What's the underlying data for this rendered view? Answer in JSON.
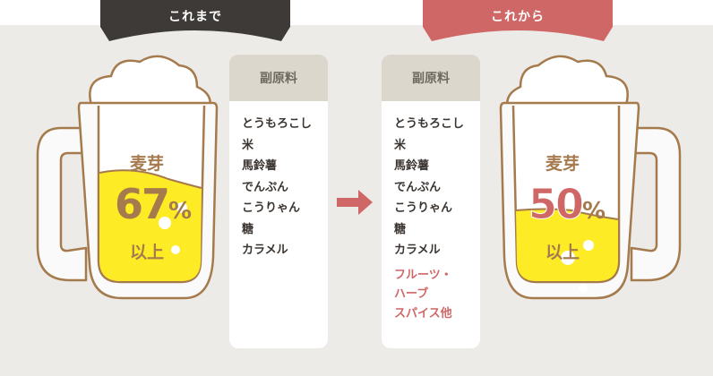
{
  "before": {
    "banner_label": "これまで",
    "banner_color": "#3e3a38",
    "malt_label": "麦芽",
    "percent_value": "67",
    "percent_sign": "%",
    "above_label": "以上",
    "card_title": "副原料",
    "ingredients": [
      "とうもろこし",
      "米",
      "馬鈴薯",
      "でんぷん",
      "こうりゃん",
      "糖",
      "カラメル"
    ]
  },
  "after": {
    "banner_label": "これから",
    "banner_color": "#cf6767",
    "malt_label": "麦芽",
    "percent_value": "50",
    "percent_sign": "%",
    "above_label": "以上",
    "card_title": "副原料",
    "ingredients": [
      "とうもろこし",
      "米",
      "馬鈴薯",
      "でんぷん",
      "こうりゃん",
      "糖",
      "カラメル"
    ],
    "new_ingredients": [
      "フルーツ・",
      "ハーブ",
      "スパイス他"
    ]
  },
  "colors": {
    "background": "#ecebe7",
    "beer": "#fdeb26",
    "outline": "#a57a4d",
    "accent_red": "#cf6767",
    "card_header": "#dbd7cc"
  }
}
